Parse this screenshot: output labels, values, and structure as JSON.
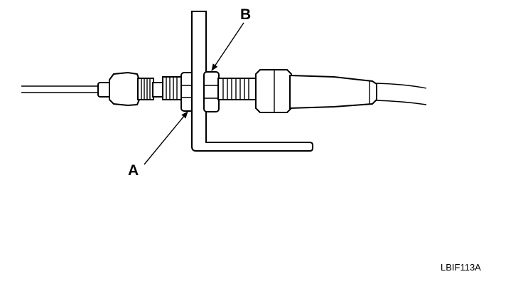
{
  "diagram": {
    "callouts": {
      "a": {
        "text": "A"
      },
      "b": {
        "text": "B"
      }
    },
    "figure_code": "LBIF113A",
    "colors": {
      "ink": "#000000",
      "background": "#ffffff"
    }
  }
}
